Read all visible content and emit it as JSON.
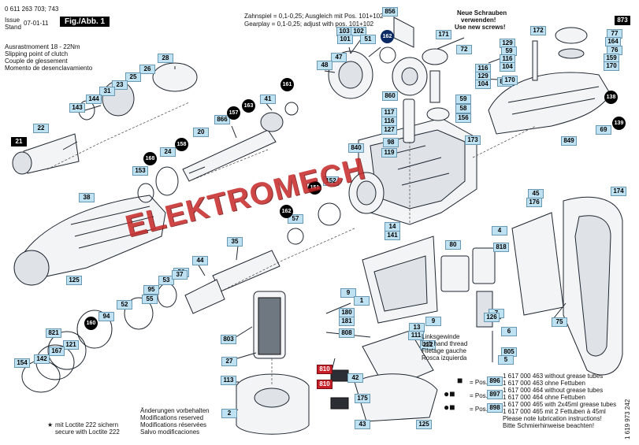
{
  "header": {
    "part_number": "0 611 263 703; 743",
    "issue_label": "Issue",
    "stand_label": "Stand",
    "issue_date": "07-01-11",
    "figure": "Fig./Abb. 1",
    "clutch_lines": [
      "Ausrastmoment 18 - 22Nm",
      "Slipping point of clutch",
      "Couple de glessement",
      "Momento de desenclavamiento"
    ],
    "gearplay_de": "Zahnspiel = 0,1-0,25; Ausgleich mit Pos. 101+102",
    "gearplay_en": "Gearplay = 0,1-0,25; adjust with pos. 101+102",
    "new_screws": [
      "Neue Schrauben",
      "verwenden!",
      "Use new screws!"
    ]
  },
  "watermark": "ELEKTROMECH",
  "labels": [
    {
      "id": "856",
      "v": "856",
      "s": "tag"
    },
    {
      "id": "171",
      "v": "171",
      "s": "tag"
    },
    {
      "id": "873",
      "v": "873",
      "s": "dk"
    },
    {
      "id": "77",
      "v": "77",
      "s": "tag"
    },
    {
      "id": "164",
      "v": "164",
      "s": "tag"
    },
    {
      "id": "76",
      "v": "76",
      "s": "tag"
    },
    {
      "id": "159",
      "v": "159",
      "s": "tag"
    },
    {
      "id": "170a",
      "v": "170",
      "s": "tag"
    },
    {
      "id": "172",
      "v": "172",
      "s": "tag"
    },
    {
      "id": "103",
      "v": "103",
      "s": "tag"
    },
    {
      "id": "102",
      "v": "102",
      "s": "tag"
    },
    {
      "id": "101",
      "v": "101",
      "s": "tag"
    },
    {
      "id": "51",
      "v": "51",
      "s": "tag"
    },
    {
      "id": "47",
      "v": "47",
      "s": "tag"
    },
    {
      "id": "48",
      "v": "48",
      "s": "tag"
    },
    {
      "id": "72",
      "v": "72",
      "s": "tag"
    },
    {
      "id": "129",
      "v": "129",
      "s": "tag"
    },
    {
      "id": "59a",
      "v": "59",
      "s": "tag"
    },
    {
      "id": "116a",
      "v": "116",
      "s": "tag"
    },
    {
      "id": "104a",
      "v": "104",
      "s": "tag"
    },
    {
      "id": "116b",
      "v": "116",
      "s": "tag"
    },
    {
      "id": "129b",
      "v": "129",
      "s": "tag"
    },
    {
      "id": "104b",
      "v": "104",
      "s": "tag"
    },
    {
      "id": "872",
      "v": "872",
      "s": "tag"
    },
    {
      "id": "170b",
      "v": "170",
      "s": "tag"
    },
    {
      "id": "860",
      "v": "860",
      "s": "tag"
    },
    {
      "id": "59b",
      "v": "59",
      "s": "tag"
    },
    {
      "id": "58",
      "v": "58",
      "s": "tag"
    },
    {
      "id": "156",
      "v": "156",
      "s": "tag"
    },
    {
      "id": "117",
      "v": "117",
      "s": "tag"
    },
    {
      "id": "116c",
      "v": "116",
      "s": "tag"
    },
    {
      "id": "127",
      "v": "127",
      "s": "tag"
    },
    {
      "id": "98",
      "v": "98",
      "s": "tag"
    },
    {
      "id": "840",
      "v": "840",
      "s": "tag"
    },
    {
      "id": "119",
      "v": "119",
      "s": "tag"
    },
    {
      "id": "173",
      "v": "173",
      "s": "tag"
    },
    {
      "id": "69",
      "v": "69",
      "s": "tag"
    },
    {
      "id": "849",
      "v": "849",
      "s": "tag"
    },
    {
      "id": "45",
      "v": "45",
      "s": "tag"
    },
    {
      "id": "176",
      "v": "176",
      "s": "tag"
    },
    {
      "id": "174",
      "v": "174",
      "s": "tag"
    },
    {
      "id": "28",
      "v": "28",
      "s": "tag"
    },
    {
      "id": "26",
      "v": "26",
      "s": "tag"
    },
    {
      "id": "25",
      "v": "25",
      "s": "tag"
    },
    {
      "id": "23",
      "v": "23",
      "s": "tag"
    },
    {
      "id": "31",
      "v": "31",
      "s": "tag"
    },
    {
      "id": "144",
      "v": "144",
      "s": "tag"
    },
    {
      "id": "143",
      "v": "143",
      "s": "tag"
    },
    {
      "id": "22",
      "v": "22",
      "s": "tag"
    },
    {
      "id": "21",
      "v": "21",
      "s": "dk"
    },
    {
      "id": "41",
      "v": "41",
      "s": "tag"
    },
    {
      "id": "866",
      "v": "866",
      "s": "tag"
    },
    {
      "id": "20",
      "v": "20",
      "s": "tag"
    },
    {
      "id": "24",
      "v": "24",
      "s": "tag"
    },
    {
      "id": "153",
      "v": "153",
      "s": "tag"
    },
    {
      "id": "152",
      "v": "152",
      "s": "tag"
    },
    {
      "id": "38",
      "v": "38",
      "s": "tag"
    },
    {
      "id": "57",
      "v": "57",
      "s": "tag"
    },
    {
      "id": "14",
      "v": "14",
      "s": "tag"
    },
    {
      "id": "141",
      "v": "141",
      "s": "tag"
    },
    {
      "id": "35",
      "v": "35",
      "s": "tag"
    },
    {
      "id": "125a",
      "v": "125",
      "s": "tag"
    },
    {
      "id": "44",
      "v": "44",
      "s": "tag"
    },
    {
      "id": "56",
      "v": "56",
      "s": "tag"
    },
    {
      "id": "53",
      "v": "53",
      "s": "tag"
    },
    {
      "id": "37",
      "v": "37",
      "s": "tag"
    },
    {
      "id": "95",
      "v": "95",
      "s": "tag"
    },
    {
      "id": "55",
      "v": "55",
      "s": "tag"
    },
    {
      "id": "52",
      "v": "52",
      "s": "tag"
    },
    {
      "id": "94",
      "v": "94",
      "s": "tag"
    },
    {
      "id": "821",
      "v": "821",
      "s": "tag"
    },
    {
      "id": "121",
      "v": "121",
      "s": "tag"
    },
    {
      "id": "167",
      "v": "167",
      "s": "tag"
    },
    {
      "id": "142",
      "v": "142",
      "s": "tag"
    },
    {
      "id": "154",
      "v": "154",
      "s": "tag"
    },
    {
      "id": "803",
      "v": "803",
      "s": "tag"
    },
    {
      "id": "27",
      "v": "27",
      "s": "tag"
    },
    {
      "id": "113",
      "v": "113",
      "s": "tag"
    },
    {
      "id": "2",
      "v": "2",
      "s": "tag"
    },
    {
      "id": "4",
      "v": "4",
      "s": "tag"
    },
    {
      "id": "80",
      "v": "80",
      "s": "tag"
    },
    {
      "id": "818",
      "v": "818",
      "s": "tag"
    },
    {
      "id": "9a",
      "v": "9",
      "s": "tag"
    },
    {
      "id": "1",
      "v": "1",
      "s": "tag"
    },
    {
      "id": "180",
      "v": "180",
      "s": "tag"
    },
    {
      "id": "181",
      "v": "181",
      "s": "tag"
    },
    {
      "id": "9b",
      "v": "9",
      "s": "tag"
    },
    {
      "id": "13",
      "v": "13",
      "s": "tag"
    },
    {
      "id": "111",
      "v": "111",
      "s": "tag"
    },
    {
      "id": "808",
      "v": "808",
      "s": "tag"
    },
    {
      "id": "112",
      "v": "112",
      "s": "tag"
    },
    {
      "id": "7",
      "v": "7",
      "s": "tag"
    },
    {
      "id": "126",
      "v": "126",
      "s": "tag"
    },
    {
      "id": "6",
      "v": "6",
      "s": "tag"
    },
    {
      "id": "805",
      "v": "805",
      "s": "tag"
    },
    {
      "id": "5",
      "v": "5",
      "s": "tag"
    },
    {
      "id": "75",
      "v": "75",
      "s": "tag"
    },
    {
      "id": "810a",
      "v": "810",
      "s": "rd"
    },
    {
      "id": "810b",
      "v": "810",
      "s": "rd"
    },
    {
      "id": "42",
      "v": "42",
      "s": "tag"
    },
    {
      "id": "175",
      "v": "175",
      "s": "tag"
    },
    {
      "id": "43",
      "v": "43",
      "s": "tag"
    },
    {
      "id": "125b",
      "v": "125",
      "s": "tag"
    },
    {
      "id": "896",
      "v": "896",
      "s": "tag"
    },
    {
      "id": "897",
      "v": "897",
      "s": "tag"
    },
    {
      "id": "898",
      "v": "898",
      "s": "tag"
    }
  ],
  "circles": [
    {
      "id": "c162a",
      "v": "162"
    },
    {
      "id": "c138",
      "v": "138"
    },
    {
      "id": "c161",
      "v": "161"
    },
    {
      "id": "c157",
      "v": "157"
    },
    {
      "id": "c163",
      "v": "163"
    },
    {
      "id": "c158",
      "v": "158"
    },
    {
      "id": "c168",
      "v": "168"
    },
    {
      "id": "c151",
      "v": "151"
    },
    {
      "id": "c162b",
      "v": "162"
    },
    {
      "id": "c139",
      "v": "139"
    },
    {
      "id": "c160",
      "v": "160"
    }
  ],
  "notes": {
    "thread": [
      "Linksgewinde",
      "Left hand thread",
      "Filetage gauche",
      "Rosca izquierda"
    ],
    "loctite": [
      "mit Loctite 222 sichern",
      "secure with Loctite 222"
    ],
    "modifications": [
      "Änderungen vorbehalten",
      "Modifications reserved",
      "Modifications réservées",
      "Salvo modificaciones"
    ],
    "pos_label": "= Pos.",
    "grease": [
      {
        "id": "896",
        "lines": [
          "1 617 000 463 without grease tubes",
          "1 617 000 463 ohne Fettuben"
        ]
      },
      {
        "id": "897",
        "lines": [
          "1 617 000 464 without grease tubes",
          "1 617 000 464 ohne Fettuben"
        ]
      },
      {
        "id": "898",
        "lines": [
          "1 617 000 465 with 2x45ml grease tubes",
          "1 617 000 465 mit 2 Fettuben à 45ml"
        ]
      }
    ],
    "lubrication": [
      "Please note lubrication instructions!",
      "Bitte Schmierhinweise beachten!"
    ],
    "doc_number": "1 619 973 242"
  }
}
